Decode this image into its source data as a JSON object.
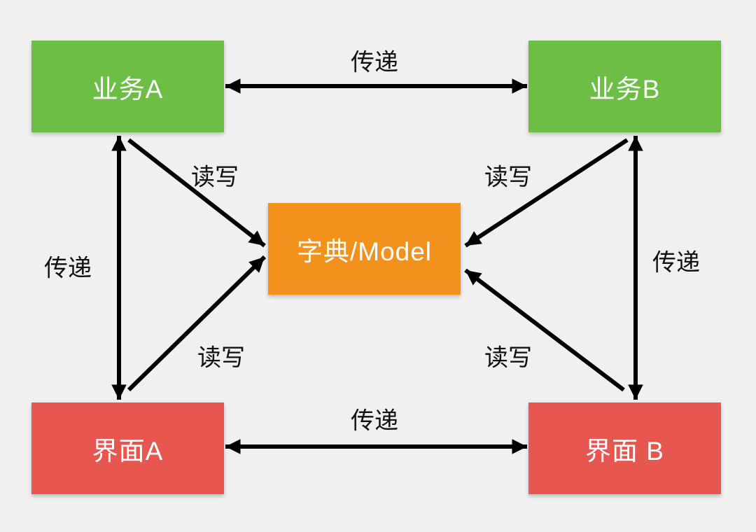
{
  "diagram": {
    "background_color": "#F0F0F0",
    "arrow_color": "#000000",
    "nodes": {
      "business_a": {
        "label": "业务A",
        "color": "#6CBE45",
        "text_color": "#FFFFFF"
      },
      "business_b": {
        "label": "业务B",
        "color": "#6CBE45",
        "text_color": "#FFFFFF"
      },
      "model": {
        "label": "字典/Model",
        "color": "#F2921D",
        "text_color": "#FFFFFF"
      },
      "ui_a": {
        "label": "界面A",
        "color": "#E8574F",
        "text_color": "#FFFFFF"
      },
      "ui_b": {
        "label": "界面 B",
        "color": "#E8574F",
        "text_color": "#FFFFFF"
      }
    },
    "edges": {
      "business_a_business_b": {
        "label": "传递",
        "type": "bidirectional"
      },
      "ui_a_ui_b": {
        "label": "传递",
        "type": "bidirectional"
      },
      "business_a_ui_a": {
        "label": "传递",
        "type": "bidirectional"
      },
      "business_b_ui_b": {
        "label": "传递",
        "type": "bidirectional"
      },
      "business_a_model": {
        "label": "读写",
        "type": "directed-to-model"
      },
      "business_b_model": {
        "label": "读写",
        "type": "directed-to-model"
      },
      "ui_a_model": {
        "label": "读写",
        "type": "directed-to-model"
      },
      "ui_b_model": {
        "label": "读写",
        "type": "directed-to-model"
      }
    }
  }
}
